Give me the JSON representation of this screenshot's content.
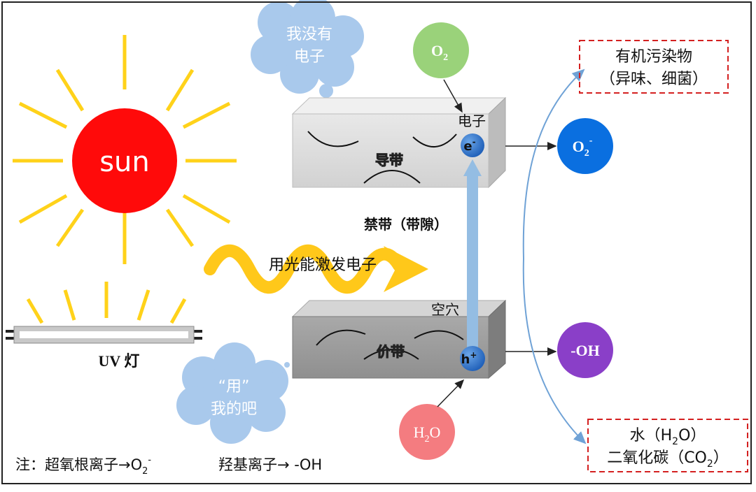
{
  "sun_label": "sun",
  "uv_lamp_label": "UV 灯",
  "excite_label": "用光能激发电子",
  "cloud_top": {
    "line1": "我没有",
    "line2": "电子"
  },
  "cloud_bottom": {
    "line1": "“用”",
    "line2": "我的吧"
  },
  "conduction_band": {
    "label": "导带",
    "electron_label": "电子",
    "electron_symbol": "e",
    "electron_sup": "-"
  },
  "valence_band": {
    "label": "价带",
    "hole_label": "空穴",
    "hole_symbol": "h",
    "hole_sup": "+"
  },
  "band_gap_label": "禁带（带隙）",
  "o2_in": {
    "base": "O",
    "sub": "2"
  },
  "superoxide": {
    "base": "O",
    "sub": "2",
    "sup": "-"
  },
  "water_in": {
    "p1": "H",
    "sub": "2",
    "p2": "O"
  },
  "hydroxyl": "-OH",
  "pollutant_box": {
    "line1": "有机污染物",
    "line2": "（异味、细菌）"
  },
  "product_box": {
    "line1_pre": "水（H",
    "line1_sub": "2",
    "line1_post": "O）",
    "line2_pre": "二氧化碳（CO",
    "line2_sub": "2",
    "line2_post": "）"
  },
  "note": {
    "prefix": "注：超氧根离子→O",
    "sub": "2",
    "sup": "-",
    "hydroxyl_text": "羟基离子→ -OH"
  },
  "colors": {
    "sun": "#ff0a0a",
    "ray": "#ffd21a",
    "o2_in": "#9ad27a",
    "o2_out": "#0a6fe0",
    "oh": "#8a3fc8",
    "h2o": "#f47c80",
    "arrow": "#94bde3",
    "dash": "#d42020",
    "cloud": "#a9c9ec"
  }
}
